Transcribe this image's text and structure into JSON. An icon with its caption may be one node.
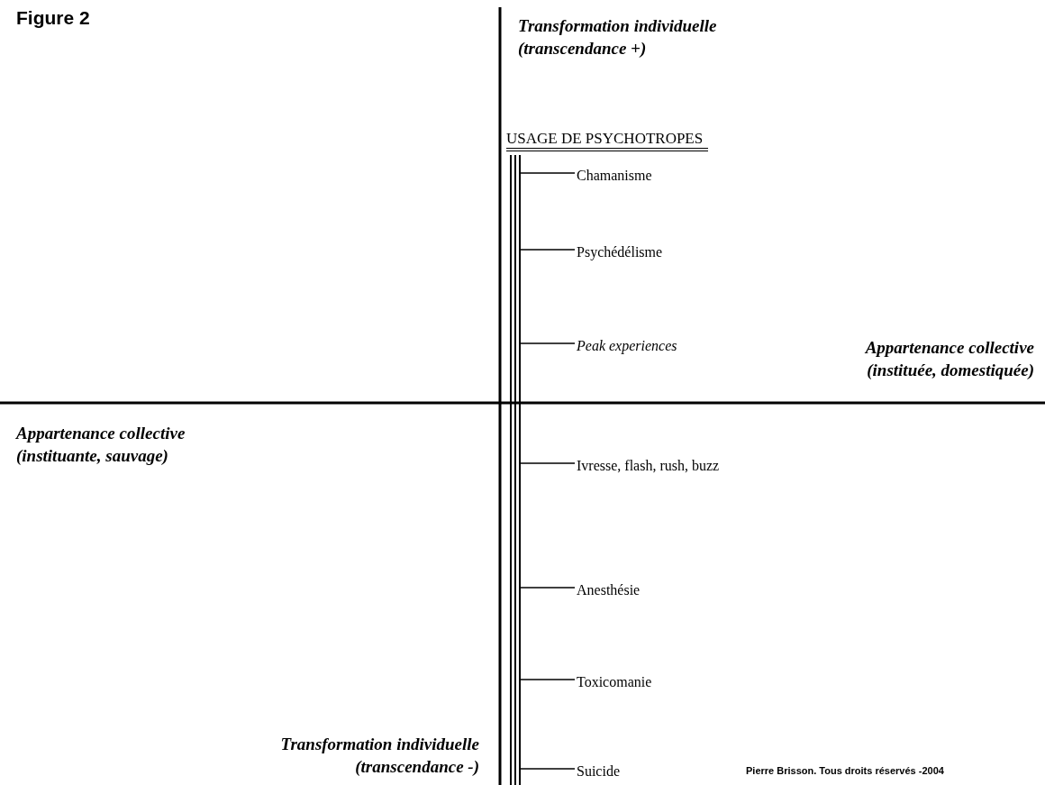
{
  "diagram": {
    "title": "Figure 2",
    "nodes": [
      {
        "text": [],
        "shape": "bar",
        "beside": [
          "USAGE DE PSYCHOTROPES"
        ]
      },
      {
        "text": [
          "Chamanisme"
        ]
      },
      {
        "text": [
          "Psychédélisme"
        ]
      },
      {
        "text": [
          "Peak experiences"
        ]
      },
      {
        "text": [
          "Ivresse, flash, rush, buzz"
        ]
      },
      {
        "text": [
          "Anesthésie"
        ]
      },
      {
        "text": [
          "Toxicomanie"
        ]
      },
      {
        "text": [
          "Suicide"
        ]
      }
    ],
    "edges": [
      {
        "from": 0,
        "to": 1,
        "arrow": "none"
      },
      {
        "from": 0,
        "to": 2,
        "arrow": "none"
      },
      {
        "from": 0,
        "to": 3,
        "arrow": "none"
      },
      {
        "from": 0,
        "to": 4,
        "arrow": "none"
      },
      {
        "from": 0,
        "to": 5,
        "arrow": "none"
      },
      {
        "from": 0,
        "to": 6,
        "arrow": "none"
      },
      {
        "from": 0,
        "to": 7,
        "arrow": "none"
      }
    ],
    "labels": [
      "Transformation individuelle (transcendance +)",
      "Appartenance collective (instituée, domestiquée)",
      "Appartenance collective (instituante, sauvage)",
      "Transformation individuelle (transcendance -)",
      "Pierre Brisson. Tous droits réservés -2004"
    ]
  }
}
